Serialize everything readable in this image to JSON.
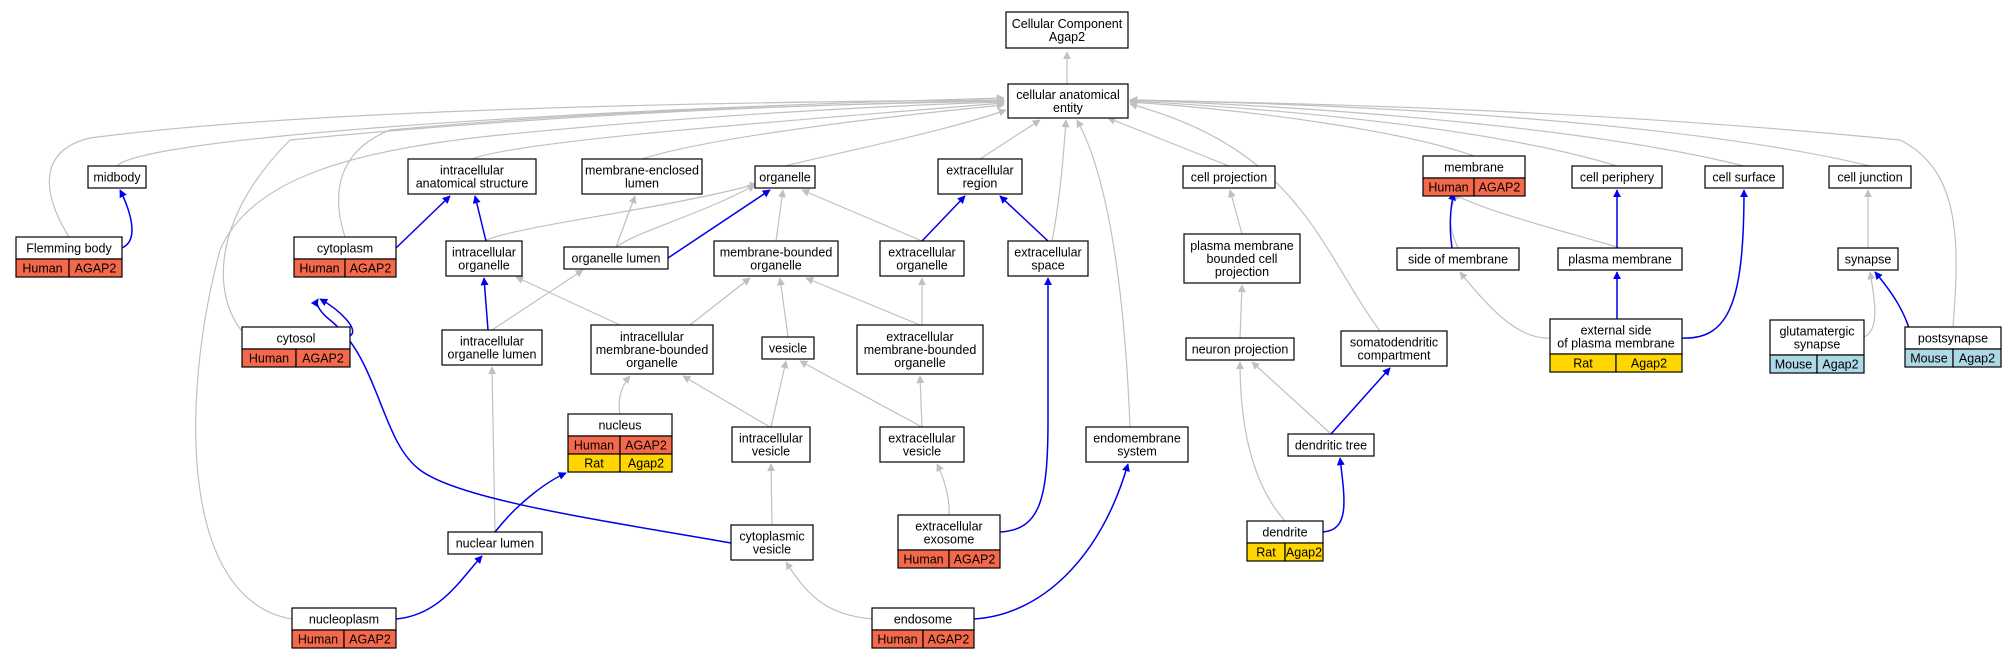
{
  "nodes": {
    "root": {
      "lines": [
        "Cellular Component",
        "Agap2"
      ]
    },
    "cae": {
      "lines": [
        "cellular anatomical",
        "entity"
      ]
    },
    "midbody": {
      "lines": [
        "midbody"
      ]
    },
    "flemming": {
      "lines": [
        "Flemming body"
      ],
      "annotations": [
        [
          "Human",
          "AGAP2"
        ]
      ]
    },
    "ias": {
      "lines": [
        "intracellular",
        "anatomical structure"
      ]
    },
    "cytoplasm": {
      "lines": [
        "cytoplasm"
      ],
      "annotations": [
        [
          "Human",
          "AGAP2"
        ]
      ]
    },
    "cytosol": {
      "lines": [
        "cytosol"
      ],
      "annotations": [
        [
          "Human",
          "AGAP2"
        ]
      ]
    },
    "melumen": {
      "lines": [
        "membrane-enclosed",
        "lumen"
      ]
    },
    "iorg": {
      "lines": [
        "intracellular",
        "organelle"
      ]
    },
    "iolumen": {
      "lines": [
        "intracellular",
        "organelle lumen"
      ]
    },
    "olumen": {
      "lines": [
        "organelle lumen"
      ]
    },
    "organelle": {
      "lines": [
        "organelle"
      ]
    },
    "mbo": {
      "lines": [
        "membrane-bounded",
        "organelle"
      ]
    },
    "imbo": {
      "lines": [
        "intracellular",
        "membrane-bounded",
        "organelle"
      ]
    },
    "vesicle": {
      "lines": [
        "vesicle"
      ]
    },
    "nucleus": {
      "lines": [
        "nucleus"
      ],
      "annotations": [
        [
          "Human",
          "AGAP2"
        ],
        [
          "Rat",
          "Agap2"
        ]
      ]
    },
    "ivesicle": {
      "lines": [
        "intracellular",
        "vesicle"
      ]
    },
    "nlumen": {
      "lines": [
        "nuclear lumen"
      ]
    },
    "cvesicle": {
      "lines": [
        "cytoplasmic",
        "vesicle"
      ]
    },
    "nucleoplasm": {
      "lines": [
        "nucleoplasm"
      ],
      "annotations": [
        [
          "Human",
          "AGAP2"
        ]
      ]
    },
    "exregion": {
      "lines": [
        "extracellular",
        "region"
      ]
    },
    "exorg": {
      "lines": [
        "extracellular",
        "organelle"
      ]
    },
    "exmbo": {
      "lines": [
        "extracellular",
        "membrane-bounded",
        "organelle"
      ]
    },
    "exvesicle": {
      "lines": [
        "extracellular",
        "vesicle"
      ]
    },
    "exosome": {
      "lines": [
        "extracellular",
        "exosome"
      ],
      "annotations": [
        [
          "Human",
          "AGAP2"
        ]
      ]
    },
    "endosome": {
      "lines": [
        "endosome"
      ],
      "annotations": [
        [
          "Human",
          "AGAP2"
        ]
      ]
    },
    "exspace": {
      "lines": [
        "extracellular",
        "space"
      ]
    },
    "endomem": {
      "lines": [
        "endomembrane",
        "system"
      ]
    },
    "cellproj": {
      "lines": [
        "cell projection"
      ]
    },
    "pmbcp": {
      "lines": [
        "plasma membrane",
        "bounded cell",
        "projection"
      ]
    },
    "neuronproj": {
      "lines": [
        "neuron projection"
      ]
    },
    "somato": {
      "lines": [
        "somatodendritic",
        "compartment"
      ]
    },
    "dtree": {
      "lines": [
        "dendritic tree"
      ]
    },
    "dendrite": {
      "lines": [
        "dendrite"
      ],
      "annotations": [
        [
          "Rat",
          "Agap2"
        ]
      ]
    },
    "membrane": {
      "lines": [
        "membrane"
      ],
      "annotations": [
        [
          "Human",
          "AGAP2"
        ]
      ]
    },
    "sidemem": {
      "lines": [
        "side of membrane"
      ]
    },
    "cellperiph": {
      "lines": [
        "cell periphery"
      ]
    },
    "pmem": {
      "lines": [
        "plasma membrane"
      ]
    },
    "extside": {
      "lines": [
        "external side",
        "of plasma membrane"
      ],
      "annotations": [
        [
          "Rat",
          "Agap2"
        ]
      ]
    },
    "cellsurf": {
      "lines": [
        "cell surface"
      ]
    },
    "celljunc": {
      "lines": [
        "cell junction"
      ]
    },
    "synapse": {
      "lines": [
        "synapse"
      ]
    },
    "glusyn": {
      "lines": [
        "glutamatergic",
        "synapse"
      ],
      "annotations": [
        [
          "Mouse",
          "Agap2"
        ]
      ]
    },
    "postsyn": {
      "lines": [
        "postsynapse"
      ],
      "annotations": [
        [
          "Mouse",
          "Agap2"
        ]
      ]
    }
  },
  "colors": {
    "Human": "#f4694c",
    "Rat": "#ffd600",
    "Mouse": "#add8e6",
    "is_a_edge": "#c0c0c0",
    "part_of_edge": "#0000ee"
  }
}
